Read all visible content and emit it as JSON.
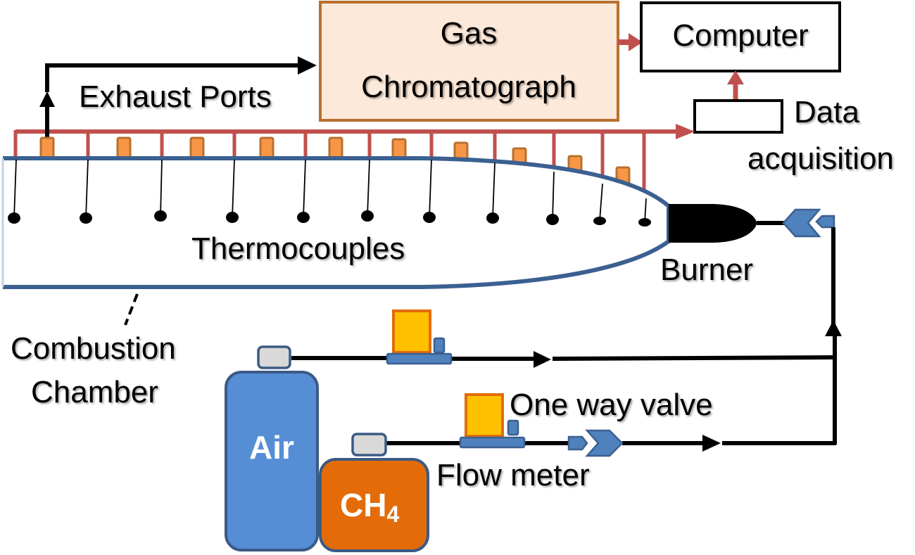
{
  "title": "Combustion chamber experimental setup",
  "colors": {
    "chamber_outline": "#3b6090",
    "signal_line": "#c0504d",
    "exhaust_port_fill": "#f79646",
    "exhaust_port_stroke": "#b8702f",
    "gc_fill": "#fde9d9",
    "gc_stroke": "#b8702f",
    "air_tank": "#558ed5",
    "ch4_tank": "#e36c09",
    "tank_outline": "#3b5a85",
    "valve_cap": "#d9d9d9",
    "flow_meter_body": "#ffc000",
    "flow_meter_border": "#e36c09",
    "flow_meter_base": "#4f81bd",
    "check_valve": "#4f81bd",
    "pipe": "#000000"
  },
  "labels": {
    "gas_chromatograph_line1": "Gas",
    "gas_chromatograph_line2": "Chromatograph",
    "computer": "Computer",
    "exhaust_ports": "Exhaust Ports",
    "data_acquisition_line1": "Data",
    "data_acquisition_line2": "acquisition",
    "thermocouples": "Thermocouples",
    "burner": "Burner",
    "combustion_chamber_line1": "Combustion",
    "combustion_chamber_line2": "Chamber",
    "air_tank": "Air",
    "ch4_tank_main": "CH",
    "ch4_tank_sub": "4",
    "one_way_valve": "One way valve",
    "flow_meter": "Flow meter"
  },
  "components": {
    "thermocouple_count": 11,
    "exhaust_port_count": 10
  }
}
